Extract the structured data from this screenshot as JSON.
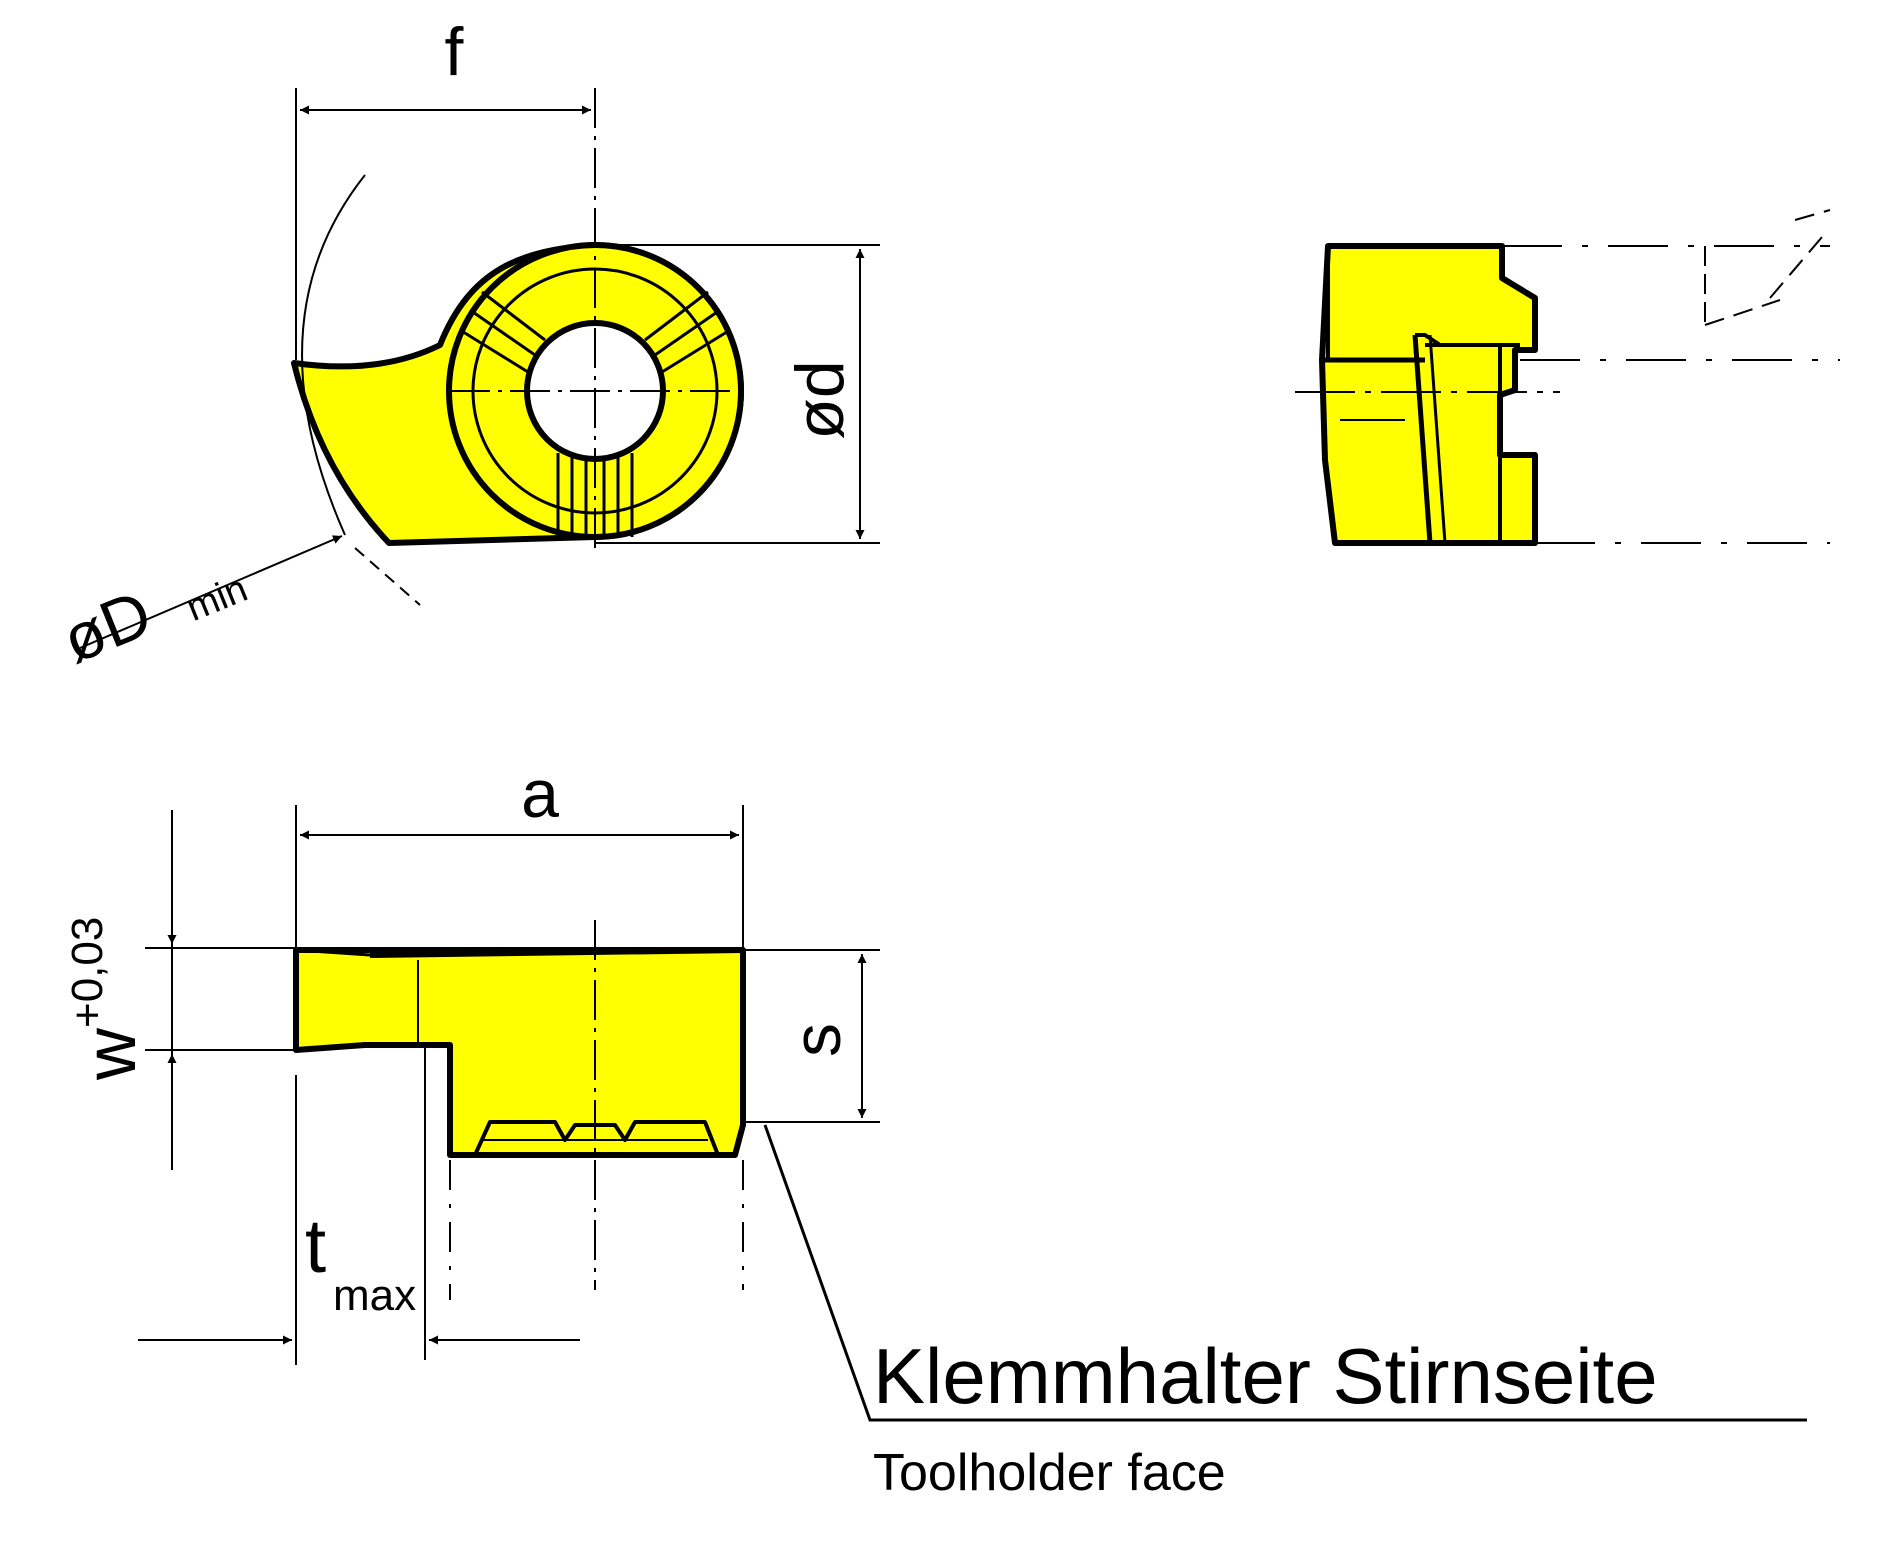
{
  "colors": {
    "insert_fill": "#ffff00",
    "line": "#000000",
    "background": "#ffffff"
  },
  "labels": {
    "f": "f",
    "d": "ød",
    "D_prefix": "øD",
    "D_sub": "min",
    "a": "a",
    "s": "s",
    "w_main": "w",
    "w_tol": "+0,03",
    "t_main": "t",
    "t_sub": "max"
  },
  "callout": {
    "german": "Klemmhalter Stirnseite",
    "english": "Toolholder face"
  }
}
